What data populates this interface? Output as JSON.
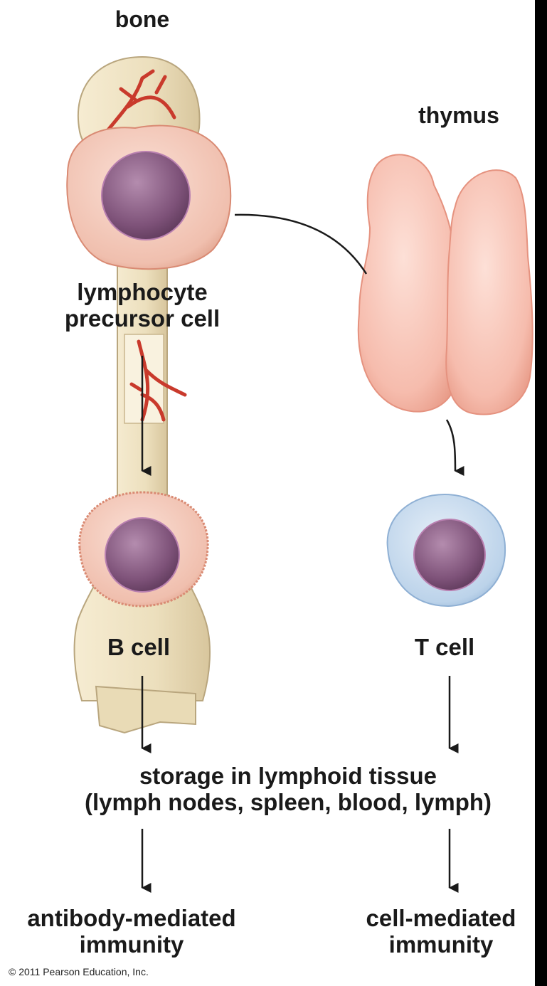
{
  "labels": {
    "bone": "bone",
    "thymus": "thymus",
    "precursor": "lymphocyte\nprecursor cell",
    "b_cell": "B cell",
    "t_cell": "T cell",
    "storage": "storage in lymphoid tissue\n(lymph nodes, spleen, blood, lymph)",
    "antibody": "antibody-mediated\nimmunity",
    "cell_mediated": "cell-mediated\nimmunity"
  },
  "copyright": "© 2011 Pearson Education, Inc.",
  "colors": {
    "bone": "#efe3c4",
    "bone_outline": "#b9a67e",
    "vessel": "#c93a2c",
    "precursor_cell": "#f2c7bb",
    "nucleus": "#8a5c84",
    "thymus": "#f7c0b2",
    "t_cell": "#c9dcee",
    "arrow": "#1a1a1a"
  }
}
